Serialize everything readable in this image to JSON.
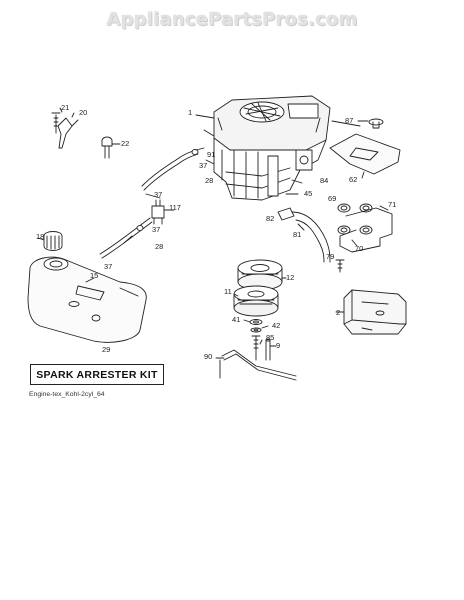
{
  "watermark": "AppliancePartsPros.com",
  "kit_label": "SPARK ARRESTER KIT",
  "caption": "Engine-tex_Kohl-2cyl_64",
  "callouts": {
    "c1": "1",
    "c21": "21",
    "c20": "20",
    "c22": "22",
    "c87": "87",
    "c91": "91",
    "c37a": "37",
    "c28a": "28",
    "c84": "84",
    "c62": "62",
    "c45": "45",
    "c37b": "37",
    "c117": "117",
    "c69": "69",
    "c71": "71",
    "c82": "82",
    "c18": "18",
    "c37c": "37",
    "c28b": "28",
    "c81": "81",
    "c70": "70",
    "c15": "15",
    "c37d": "37",
    "c79": "79",
    "c12": "12",
    "c11": "11",
    "c2": "2",
    "c41": "41",
    "c42": "42",
    "c29": "29",
    "c85": "85",
    "c9": "9",
    "c90": "90"
  },
  "colors": {
    "ink": "#222222",
    "watermark": "#e2e2e2"
  }
}
